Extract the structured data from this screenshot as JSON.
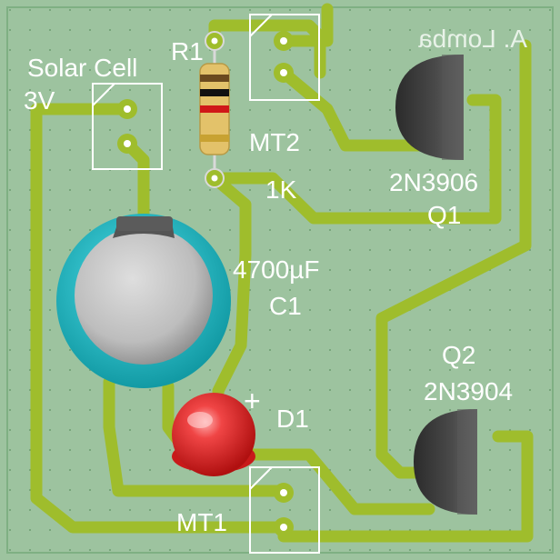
{
  "labels": {
    "solar_cell": "Solar Cell",
    "solar_voltage": "3V",
    "r1": "R1",
    "mt2": "MT2",
    "r1_value": "1K",
    "q1_part": "2N3906",
    "q1": "Q1",
    "c1_value": "4700µF",
    "c1": "C1",
    "q2": "Q2",
    "q2_part": "2N3904",
    "d1_plus": "+",
    "d1": "D1",
    "mt1": "MT1",
    "author": "A. Lomba"
  },
  "colors": {
    "board": "#9dc39f",
    "trace": "#9fbd2c",
    "silkscreen": "#ffffff",
    "capacitor_ring": "#22c3cf",
    "capacitor_body": "#c4c4c4",
    "led": "#e8282a",
    "transistor": "#3a3a3a"
  }
}
